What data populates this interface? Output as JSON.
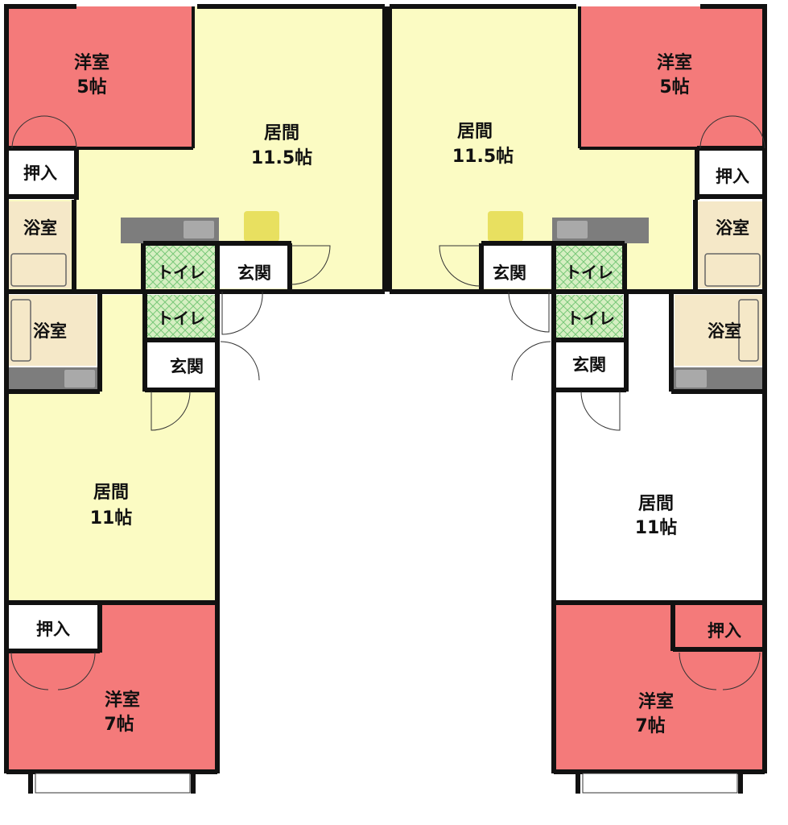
{
  "colors": {
    "wall": "#111111",
    "living": "#FBFBC3",
    "western": "#F47A7A",
    "bath": "#F5E8C8",
    "toilet": "#D6EFC2",
    "toilet_hatch": "#78C878",
    "closet": "#FFFFFF",
    "genkan": "#FFFFFF",
    "counter": "#7D7D7D",
    "counter_top": "#A9A9A9",
    "fixture": "#E8E060",
    "plain_living": "#FFFFFF"
  },
  "units": [
    {
      "id": "top-left",
      "western": {
        "name": "洋室",
        "size": "5帖"
      },
      "living": {
        "name": "居間",
        "size": "11.5帖"
      },
      "closet": "押入",
      "bath": "浴室",
      "toilet": "トイレ",
      "entrance": "玄関"
    },
    {
      "id": "top-right",
      "western": {
        "name": "洋室",
        "size": "5帖"
      },
      "living": {
        "name": "居間",
        "size": "11.5帖"
      },
      "closet": "押入",
      "bath": "浴室",
      "toilet": "トイレ",
      "entrance": "玄関"
    },
    {
      "id": "bottom-left",
      "western": {
        "name": "洋室",
        "size": "7帖"
      },
      "living": {
        "name": "居間",
        "size": "11帖"
      },
      "closet": "押入",
      "bath": "浴室",
      "toilet": "トイレ",
      "entrance": "玄関"
    },
    {
      "id": "bottom-right",
      "western": {
        "name": "洋室",
        "size": "7帖"
      },
      "living": {
        "name": "居間",
        "size": "11帖"
      },
      "closet": "押入",
      "bath": "浴室",
      "toilet": "トイレ",
      "entrance": "玄関"
    }
  ]
}
